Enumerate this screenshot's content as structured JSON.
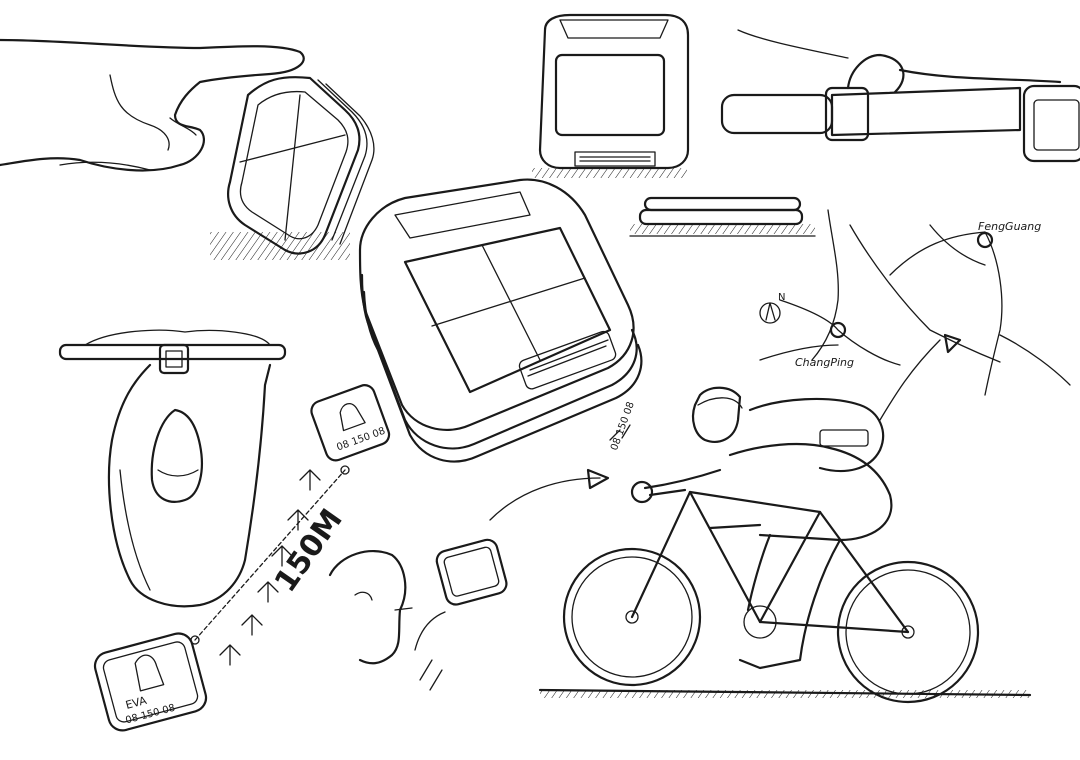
{
  "sketch": {
    "map": {
      "label_top": "FengGuang",
      "label_center": "ChangPing",
      "north_mark": "N"
    },
    "distance_callout": "150M",
    "device_screen": {
      "name": "EVA",
      "numbers": "08 150 08"
    },
    "colors": {
      "ink": "#1a1a1a",
      "paper": "#ffffff"
    }
  }
}
